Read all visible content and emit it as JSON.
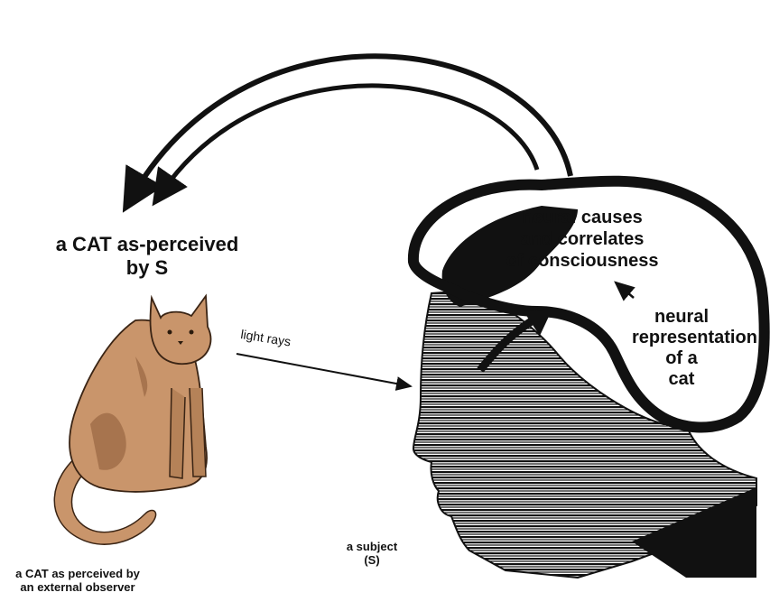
{
  "labels": {
    "cat_as_perceived_by_s": [
      "a CAT as-perceived",
      "by S"
    ],
    "cat_external_observer": [
      "a CAT as perceived by",
      "an external observer"
    ],
    "light_rays": "light rays",
    "subject": [
      "a subject",
      "(S)"
    ],
    "neural_correlates": [
      "neural causes",
      "and correlates",
      "of consciousness"
    ],
    "neural_representation": [
      "neural",
      "representation",
      "of a",
      "cat"
    ]
  },
  "icons": {
    "cat": "cat-illustration",
    "head": "human-head-silhouette",
    "brain_outline": "brain-outline",
    "projection_arrows": "curved-arrow-pair"
  },
  "colors": {
    "ink": "#111111",
    "cat_fur": "#c9956b",
    "cat_shade": "#8a5a36",
    "background": "#ffffff"
  }
}
